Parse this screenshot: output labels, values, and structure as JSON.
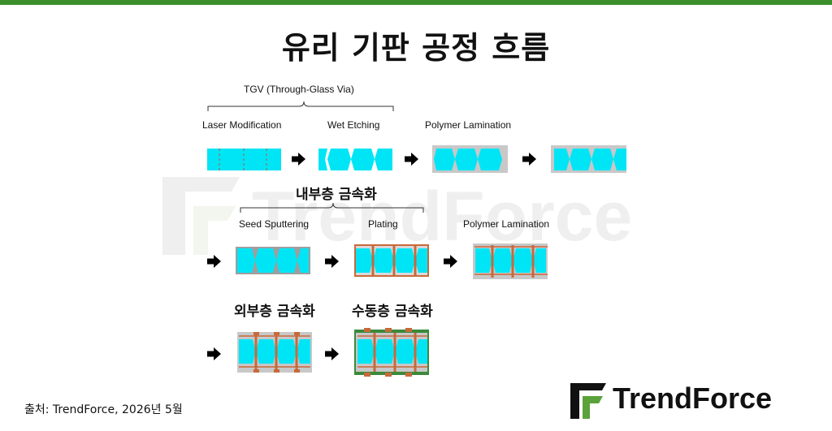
{
  "title": "유리 기판 공정 흐름",
  "tgv_label": "TGV (Through-Glass Via)",
  "row1": {
    "step1": "Laser Modification",
    "step2": "Wet Etching",
    "step3": "Polymer Lamination"
  },
  "row2": {
    "header": "내부층 금속화",
    "step1": "Seed Sputtering",
    "step2": "Plating",
    "step3": "Polymer Lamination"
  },
  "row3": {
    "header_outer": "외부층 금속화",
    "header_passive": "수동층 금속화"
  },
  "source": "출처: TrendForce, 2026년 5월",
  "brand": "TrendForce",
  "watermark": "TrendForce",
  "colors": {
    "glass": "#00e5f5",
    "polymer": "#c8c8c8",
    "copper": "#c8693a",
    "green_layer": "#3b8a3a",
    "topbar": "#3a8f2c"
  }
}
